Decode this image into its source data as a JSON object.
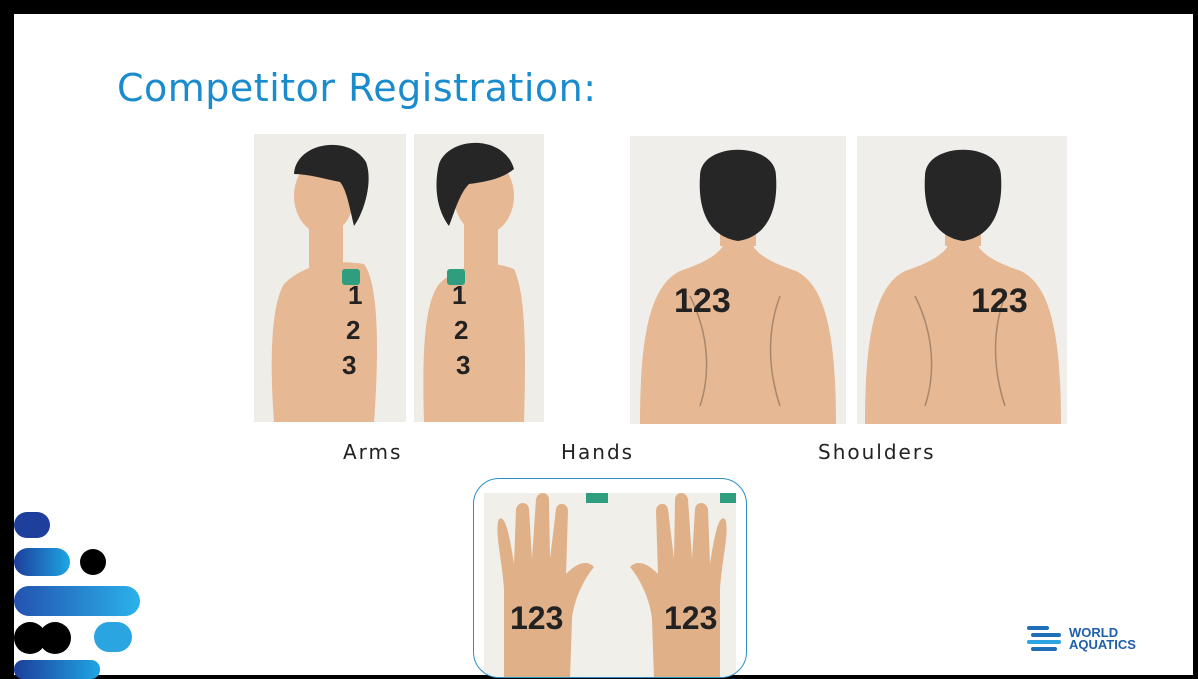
{
  "slide": {
    "title": "Competitor Registration:",
    "captions": {
      "arms": "Arms",
      "hands": "Hands",
      "shoulders": "Shoulders"
    },
    "number_mark": "123",
    "digits": [
      "1",
      "2",
      "3"
    ],
    "brand": {
      "line1": "WORLD",
      "line2": "AQUATICS"
    }
  },
  "colors": {
    "title": "#1a8ccd",
    "skin": "#e6b893",
    "hair": "#262626",
    "accent": "#1f6fb8",
    "teal": "#2e9e7e"
  }
}
